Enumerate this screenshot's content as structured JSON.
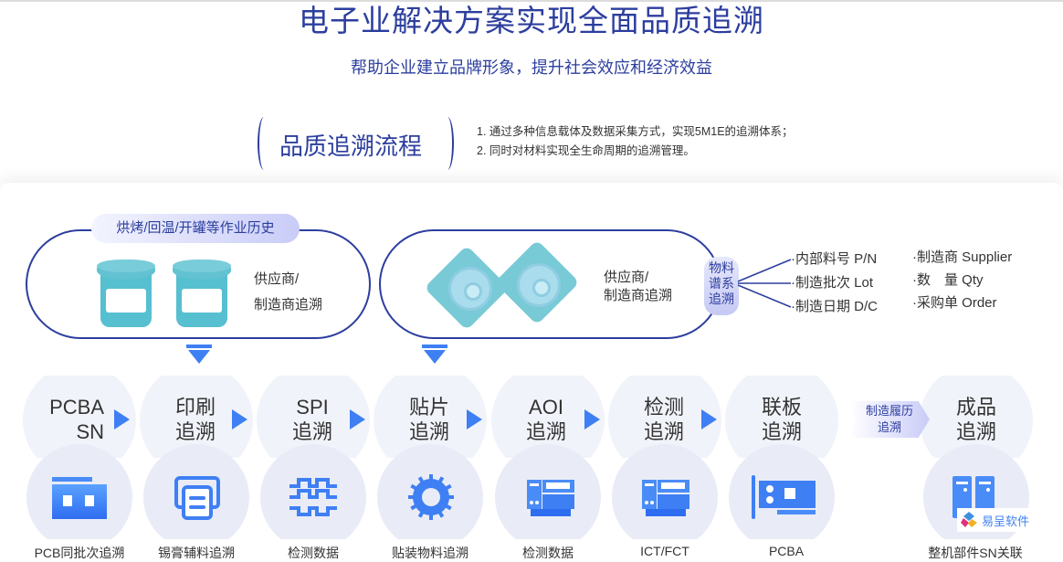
{
  "header": {
    "title": "电子业解决方案实现全面品质追溯",
    "subtitle": "帮助企业建立品牌形象，提升社会效应和经济效益"
  },
  "section": {
    "title": "品质追溯流程",
    "notes": [
      "1. 通过多种信息载体及数据采集方式，实现5M1E的追溯体系；",
      "2. 同时对材料实现全生命周期的追溯管理。"
    ]
  },
  "materials": {
    "history_tag": "烘烤/回温/开罐等作业历史",
    "pill1_text": [
      "供应商/",
      "制造商追溯"
    ],
    "pill2_text": [
      "供应商/",
      "制造商追溯"
    ],
    "lineage_tag": [
      "物料",
      "谱系",
      "追溯"
    ],
    "attrs_left": [
      "·内部料号 P/N",
      "·制造批次 Lot",
      "·制造日期 D/C"
    ],
    "attrs_right": [
      "·制造商 Supplier",
      "·数　量 Qty",
      "·采购单 Order"
    ]
  },
  "steps": [
    {
      "title": [
        "PCBA",
        "SN"
      ],
      "label": "PCB同批次追溯",
      "icon": "pcb-dual-chip-icon"
    },
    {
      "title": [
        "印刷",
        "追溯"
      ],
      "label": "锡膏辅料追溯",
      "icon": "printer-icon"
    },
    {
      "title": [
        "SPI",
        "追溯"
      ],
      "label": "检测数据",
      "icon": "solder-paste-pattern-icon"
    },
    {
      "title": [
        "贴片",
        "追溯"
      ],
      "label": "贴装物料追溯",
      "icon": "gear-icon"
    },
    {
      "title": [
        "AOI",
        "追溯"
      ],
      "label": "检测数据",
      "icon": "inspection-machine-icon"
    },
    {
      "title": [
        "检测",
        "追溯"
      ],
      "label": "ICT/FCT",
      "icon": "test-machine-icon"
    },
    {
      "title": [
        "联板",
        "追溯"
      ],
      "label": "PCBA",
      "icon": "pcba-card-icon"
    },
    {
      "title": [
        "成品",
        "追溯"
      ],
      "label": "整机部件SN关联",
      "icon": "server-tower-icon"
    }
  ],
  "mfg_history_tag": [
    "制造履历",
    "追溯"
  ],
  "watermark": "易呈软件",
  "colors": {
    "primary": "#2c3e9e",
    "accent": "#3f7ff4",
    "teal": "#56bfd0",
    "circle_light": "#f1f3fa",
    "circle_dark": "#e9ecf6"
  }
}
